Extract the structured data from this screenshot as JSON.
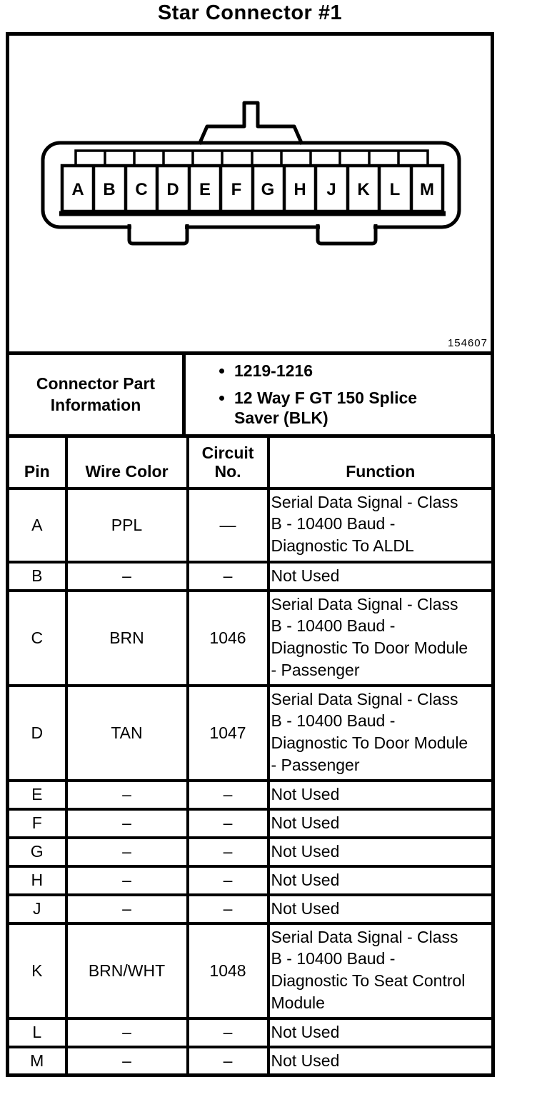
{
  "title": "Star Connector #1",
  "figure": {
    "number": "154607",
    "pins": [
      "A",
      "B",
      "C",
      "D",
      "E",
      "F",
      "G",
      "H",
      "J",
      "K",
      "L",
      "M"
    ]
  },
  "part_info": {
    "label": "Connector Part Information",
    "bullets": [
      "1219-1216",
      "12 Way F GT 150 Splice Saver (BLK)"
    ]
  },
  "pin_table": {
    "headers": {
      "pin": "Pin",
      "wire_color": "Wire Color",
      "circuit_no": "Circuit No.",
      "function": "Function"
    },
    "rows": [
      {
        "pin": "A",
        "wire_color": "PPL",
        "circuit_no": "—",
        "function": [
          "Serial Data Signal - Class",
          "B - 10400 Baud -",
          "Diagnostic To ALDL"
        ]
      },
      {
        "pin": "B",
        "wire_color": "–",
        "circuit_no": "–",
        "function": "Not Used"
      },
      {
        "pin": "C",
        "wire_color": "BRN",
        "circuit_no": "1046",
        "function": [
          "Serial Data Signal - Class",
          "B - 10400 Baud -",
          "Diagnostic To Door Module",
          "- Passenger"
        ]
      },
      {
        "pin": "D",
        "wire_color": "TAN",
        "circuit_no": "1047",
        "function": [
          "Serial Data Signal - Class",
          "B - 10400 Baud -",
          "Diagnostic To Door Module",
          "- Passenger"
        ]
      },
      {
        "pin": "E",
        "wire_color": "–",
        "circuit_no": "–",
        "function": "Not Used"
      },
      {
        "pin": "F",
        "wire_color": "–",
        "circuit_no": "–",
        "function": "Not Used"
      },
      {
        "pin": "G",
        "wire_color": "–",
        "circuit_no": "–",
        "function": "Not Used"
      },
      {
        "pin": "H",
        "wire_color": "–",
        "circuit_no": "–",
        "function": "Not Used"
      },
      {
        "pin": "J",
        "wire_color": "–",
        "circuit_no": "–",
        "function": "Not Used"
      },
      {
        "pin": "K",
        "wire_color": "BRN/WHT",
        "circuit_no": "1048",
        "function": [
          "Serial Data Signal - Class",
          "B - 10400 Baud -",
          "Diagnostic To Seat Control",
          "Module"
        ]
      },
      {
        "pin": "L",
        "wire_color": "–",
        "circuit_no": "–",
        "function": "Not Used"
      },
      {
        "pin": "M",
        "wire_color": "–",
        "circuit_no": "–",
        "function": "Not Used"
      }
    ]
  }
}
